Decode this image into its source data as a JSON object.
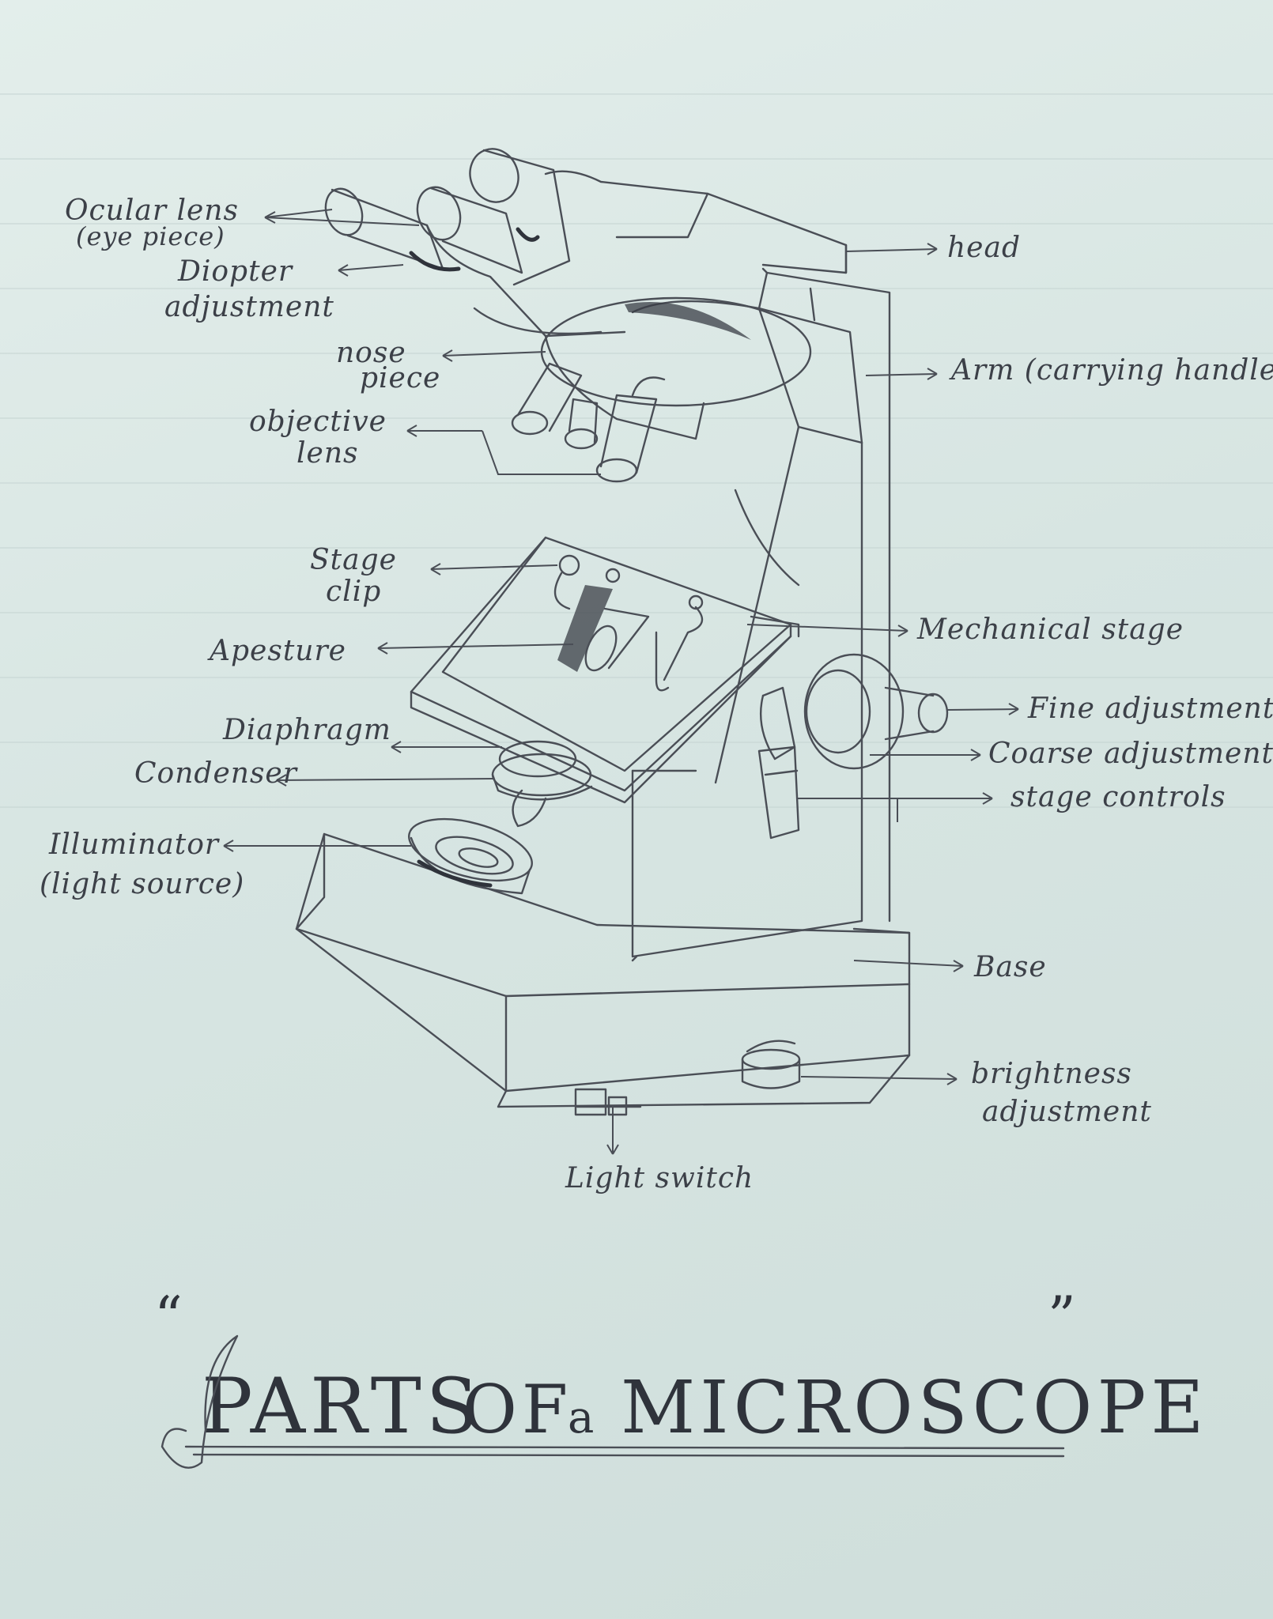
{
  "labels": {
    "ocular_lens_1": "Ocular lens",
    "ocular_lens_2": "(eye piece)",
    "diopter_1": "Diopter",
    "diopter_2": "adjustment",
    "nose_1": "nose",
    "nose_2": "piece",
    "objective_1": "objective",
    "objective_2": "lens",
    "stage_clip_1": "Stage",
    "stage_clip_2": "clip",
    "aperture": "Apesture",
    "diaphragm": "Diaphragm",
    "condenser": "Condenser",
    "illuminator_1": "Illuminator",
    "illuminator_2": "(light source)",
    "head": "head",
    "arm": "Arm (carrying handle)",
    "mechanical_stage": "Mechanical stage",
    "fine_adjustment": "Fine adjustment",
    "coarse_adjustment": "Coarse adjustment",
    "stage_controls": "stage controls",
    "base": "Base",
    "brightness_1": "brightness",
    "brightness_2": "adjustment",
    "light_switch": "Light switch"
  },
  "title": {
    "open_quote": "“",
    "word_parts": "PARTS",
    "word_of": "OF",
    "word_a": "a",
    "word_microscope": "MICROSCOPE",
    "close_quote": "”"
  }
}
